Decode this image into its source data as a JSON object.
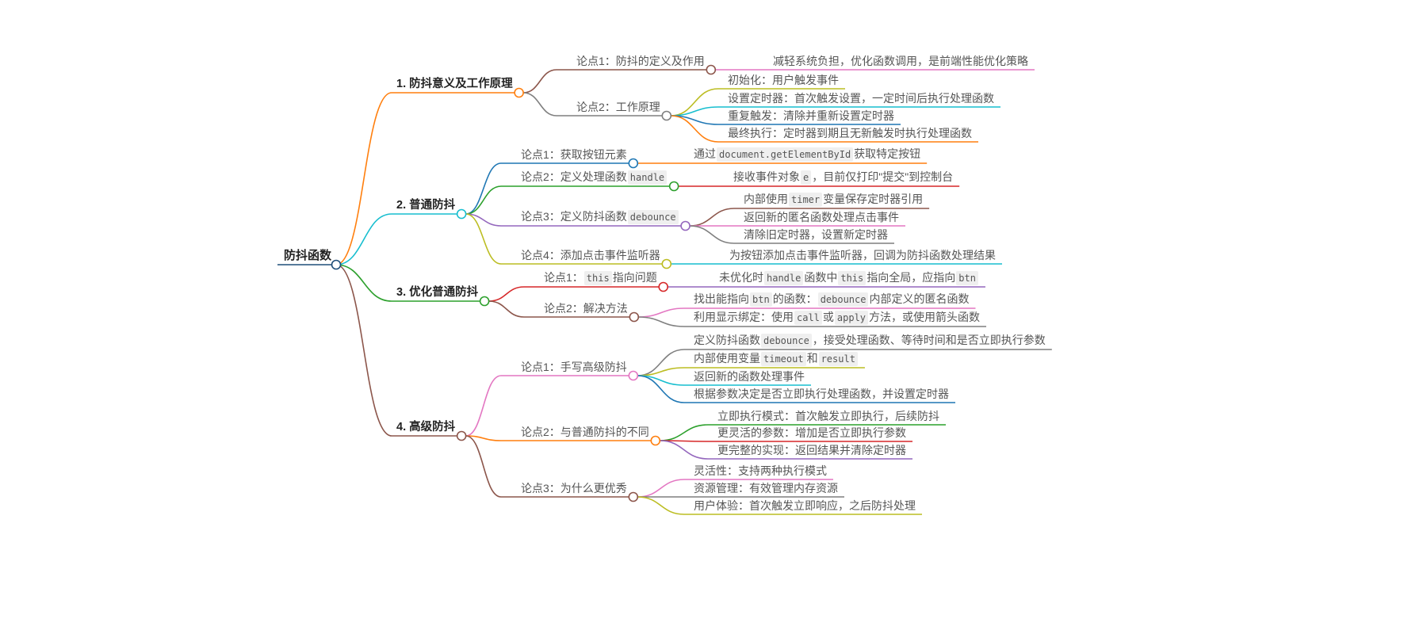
{
  "root": {
    "label": "防抖函数",
    "color": "#1f4e79"
  },
  "branches": [
    {
      "label": "1. 防抖意义及工作原理",
      "color": "#ff7f0e",
      "points": [
        {
          "segments": [
            {
              "t": "论点1：防抖的定义及作用"
            }
          ],
          "color": "#8c564b",
          "children": [
            {
              "segments": [
                {
                  "t": "减轻系统负担，优化函数调用，是前端性能优化策略"
                }
              ],
              "color": "#e377c2"
            }
          ]
        },
        {
          "segments": [
            {
              "t": "论点2：工作原理"
            }
          ],
          "color": "#7f7f7f",
          "children": [
            {
              "segments": [
                {
                  "t": "初始化：用户触发事件"
                }
              ],
              "color": "#bcbd22"
            },
            {
              "segments": [
                {
                  "t": "设置定时器：首次触发设置，一定时间后执行处理函数"
                }
              ],
              "color": "#17becf"
            },
            {
              "segments": [
                {
                  "t": "重复触发：清除并重新设置定时器"
                }
              ],
              "color": "#1f77b4"
            },
            {
              "segments": [
                {
                  "t": "最终执行：定时器到期且无新触发时执行处理函数"
                }
              ],
              "color": "#ff7f0e"
            }
          ]
        }
      ]
    },
    {
      "label": "2. 普通防抖",
      "color": "#17becf",
      "points": [
        {
          "segments": [
            {
              "t": "论点1：获取按钮元素"
            }
          ],
          "color": "#1f77b4",
          "children": [
            {
              "segments": [
                {
                  "t": "通过"
                },
                {
                  "c": "document.getElementById"
                },
                {
                  "t": "获取特定按钮"
                }
              ],
              "color": "#ff7f0e"
            }
          ]
        },
        {
          "segments": [
            {
              "t": "论点2：定义处理函数"
            },
            {
              "c": "handle"
            }
          ],
          "color": "#2ca02c",
          "children": [
            {
              "segments": [
                {
                  "t": "接收事件对象"
                },
                {
                  "c": "e"
                },
                {
                  "t": "，目前仅打印\"提交\"到控制台"
                }
              ],
              "color": "#d62728"
            }
          ]
        },
        {
          "segments": [
            {
              "t": "论点3：定义防抖函数"
            },
            {
              "c": "debounce"
            }
          ],
          "color": "#9467bd",
          "children": [
            {
              "segments": [
                {
                  "t": "内部使用"
                },
                {
                  "c": "timer"
                },
                {
                  "t": "变量保存定时器引用"
                }
              ],
              "color": "#8c564b"
            },
            {
              "segments": [
                {
                  "t": "返回新的匿名函数处理点击事件"
                }
              ],
              "color": "#e377c2"
            },
            {
              "segments": [
                {
                  "t": "清除旧定时器，设置新定时器"
                }
              ],
              "color": "#7f7f7f"
            }
          ]
        },
        {
          "segments": [
            {
              "t": "论点4：添加点击事件监听器"
            }
          ],
          "color": "#bcbd22",
          "children": [
            {
              "segments": [
                {
                  "t": "为按钮添加点击事件监听器，回调为防抖函数处理结果"
                }
              ],
              "color": "#17becf"
            }
          ]
        }
      ]
    },
    {
      "label": "3. 优化普通防抖",
      "color": "#2ca02c",
      "points": [
        {
          "segments": [
            {
              "t": "论点1："
            },
            {
              "c": "this"
            },
            {
              "t": "指向问题"
            }
          ],
          "color": "#d62728",
          "children": [
            {
              "segments": [
                {
                  "t": "未优化时"
                },
                {
                  "c": "handle"
                },
                {
                  "t": "函数中"
                },
                {
                  "c": "this"
                },
                {
                  "t": "指向全局，应指向"
                },
                {
                  "c": "btn"
                }
              ],
              "color": "#9467bd"
            }
          ]
        },
        {
          "segments": [
            {
              "t": "论点2：解决方法"
            }
          ],
          "color": "#8c564b",
          "children": [
            {
              "segments": [
                {
                  "t": "找出能指向"
                },
                {
                  "c": "btn"
                },
                {
                  "t": "的函数："
                },
                {
                  "c": "debounce"
                },
                {
                  "t": "内部定义的匿名函数"
                }
              ],
              "color": "#e377c2"
            },
            {
              "segments": [
                {
                  "t": "利用显示绑定：使用"
                },
                {
                  "c": "call"
                },
                {
                  "t": "或"
                },
                {
                  "c": "apply"
                },
                {
                  "t": "方法，或使用箭头函数"
                }
              ],
              "color": "#7f7f7f"
            }
          ]
        }
      ]
    },
    {
      "label": "4. 高级防抖",
      "color": "#8c564b",
      "points": [
        {
          "segments": [
            {
              "t": "论点1：手写高级防抖"
            }
          ],
          "color": "#e377c2",
          "children": [
            {
              "segments": [
                {
                  "t": "定义防抖函数"
                },
                {
                  "c": "debounce"
                },
                {
                  "t": "，接受处理函数、等待时间和是否立即执行参数"
                }
              ],
              "color": "#7f7f7f"
            },
            {
              "segments": [
                {
                  "t": "内部使用变量"
                },
                {
                  "c": "timeout"
                },
                {
                  "t": "和"
                },
                {
                  "c": "result"
                }
              ],
              "color": "#bcbd22"
            },
            {
              "segments": [
                {
                  "t": "返回新的函数处理事件"
                }
              ],
              "color": "#17becf"
            },
            {
              "segments": [
                {
                  "t": "根据参数决定是否立即执行处理函数，并设置定时器"
                }
              ],
              "color": "#1f77b4"
            }
          ]
        },
        {
          "segments": [
            {
              "t": "论点2：与普通防抖的不同"
            }
          ],
          "color": "#ff7f0e",
          "children": [
            {
              "segments": [
                {
                  "t": "立即执行模式：首次触发立即执行，后续防抖"
                }
              ],
              "color": "#2ca02c"
            },
            {
              "segments": [
                {
                  "t": "更灵活的参数：增加是否立即执行参数"
                }
              ],
              "color": "#d62728"
            },
            {
              "segments": [
                {
                  "t": "更完整的实现：返回结果并清除定时器"
                }
              ],
              "color": "#9467bd"
            }
          ]
        },
        {
          "segments": [
            {
              "t": "论点3：为什么更优秀"
            }
          ],
          "color": "#8c564b",
          "children": [
            {
              "segments": [
                {
                  "t": "灵活性：支持两种执行模式"
                }
              ],
              "color": "#e377c2"
            },
            {
              "segments": [
                {
                  "t": "资源管理：有效管理内存资源"
                }
              ],
              "color": "#7f7f7f"
            },
            {
              "segments": [
                {
                  "t": "用户体验：首次触发立即响应，之后防抖处理"
                }
              ],
              "color": "#bcbd22"
            }
          ]
        }
      ]
    }
  ]
}
